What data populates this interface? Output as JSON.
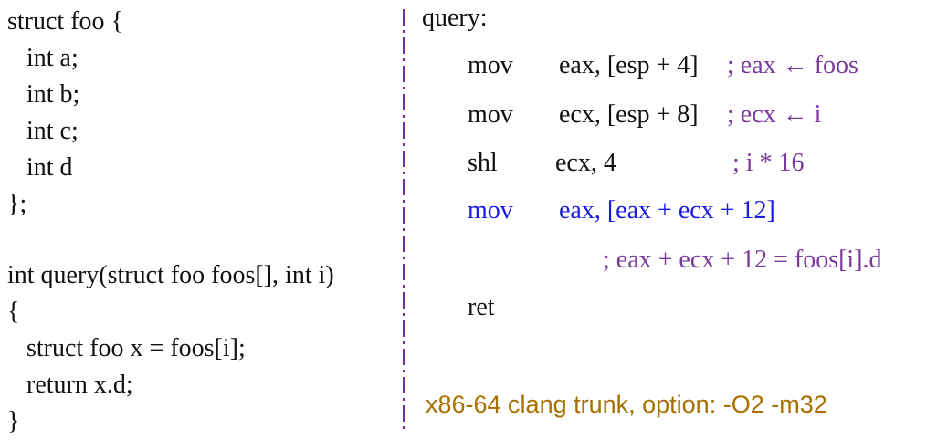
{
  "c_code": [
    "struct foo {",
    "   int a;",
    "   int b;",
    "   int c;",
    "   int d",
    "};",
    "int query(struct foo foos[], int i)",
    "{",
    "   struct foo x = foos[i];",
    "   return x.d;",
    "}"
  ],
  "asm": {
    "label": "query:",
    "lines": [
      {
        "op": "mov",
        "args": "eax, [esp + 4]",
        "comment": "; eax ← foos"
      },
      {
        "op": "mov",
        "args": "ecx, [esp + 8]",
        "comment": "; ecx ← i"
      },
      {
        "op": "shl",
        "args": "ecx, 4",
        "comment": "; i * 16"
      },
      {
        "op": "mov",
        "args": "eax, [eax + ecx + 12]",
        "comment": "; eax + ecx + 12 = foos[i].d"
      },
      {
        "op": "ret",
        "args": "",
        "comment": ""
      }
    ]
  },
  "footer": "x86-64 clang trunk, option: -O2 -m32",
  "colors": {
    "comment": "#7a3a9c",
    "highlight": "#1a1ae6",
    "footer": "#a87000",
    "divider": "#7030a0"
  }
}
